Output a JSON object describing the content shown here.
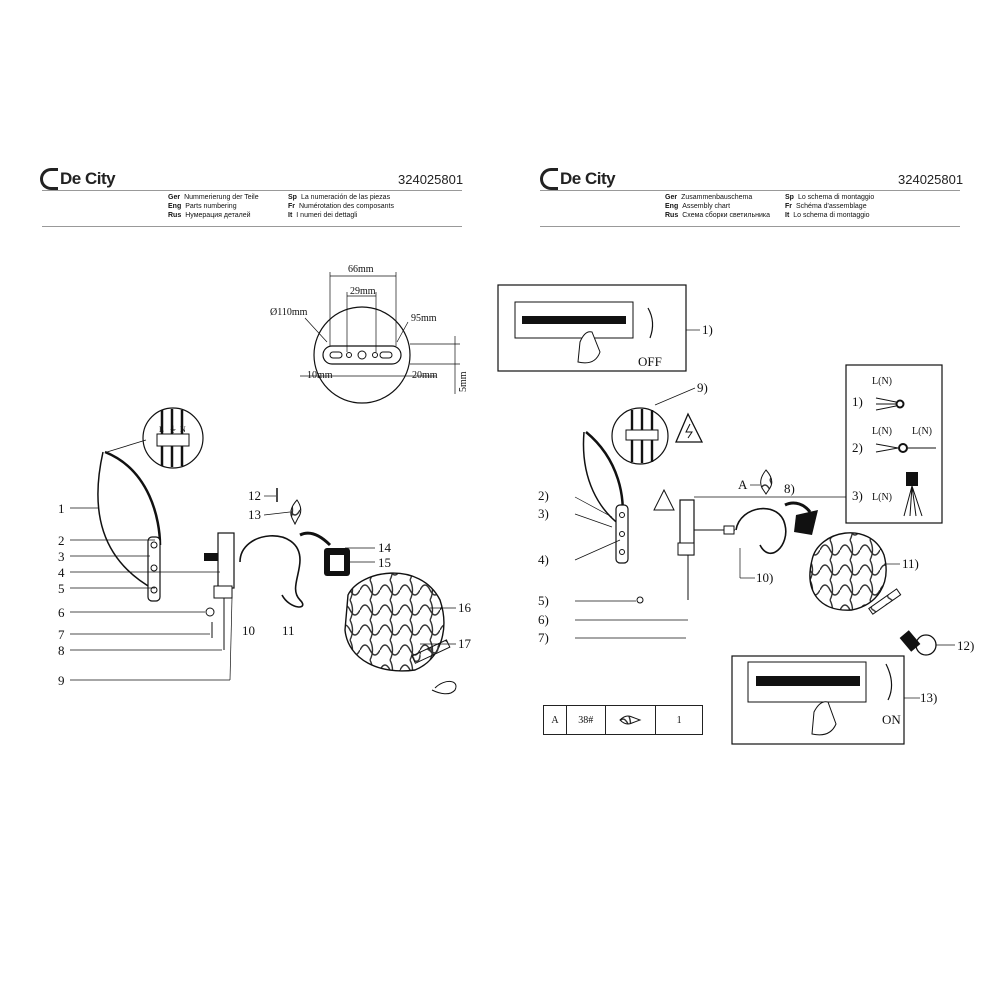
{
  "brand": {
    "name": "De City"
  },
  "left_page": {
    "doc_number": "324025801",
    "header": [
      {
        "lang": "Ger",
        "text": "Nummerierung der Teile"
      },
      {
        "lang": "Sp",
        "text": "La numeración de las piezas"
      },
      {
        "lang": "Eng",
        "text": "Parts numbering"
      },
      {
        "lang": "Fr",
        "text": "Numérotation des composants"
      },
      {
        "lang": "Rus",
        "text": "Нумерация деталей"
      },
      {
        "lang": "It",
        "text": "I numeri dei dettagli"
      }
    ],
    "dimensions": {
      "d66": "66mm",
      "d29": "29mm",
      "d110": "Ø110mm",
      "d95": "95mm",
      "d10": "10mm",
      "d20": "20mm",
      "d5": "5mm"
    },
    "terminal_labels": {
      "l": "L",
      "pe": "⏚",
      "n": "N"
    },
    "parts": [
      "1",
      "2",
      "3",
      "4",
      "5",
      "6",
      "7",
      "8",
      "9",
      "10",
      "11",
      "12",
      "13",
      "14",
      "15",
      "16",
      "17"
    ]
  },
  "right_page": {
    "doc_number": "324025801",
    "header": [
      {
        "lang": "Ger",
        "text": "Zusammenbauschema"
      },
      {
        "lang": "Sp",
        "text": "Lo schema di montaggio"
      },
      {
        "lang": "Eng",
        "text": "Assembly chart"
      },
      {
        "lang": "Fr",
        "text": "Schéma d'assemblage"
      },
      {
        "lang": "Rus",
        "text": "Схема сборки светильника"
      },
      {
        "lang": "It",
        "text": "Lo schema di montaggio"
      }
    ],
    "switch_off": "OFF",
    "switch_on": "ON",
    "wiring": {
      "ln": "L(N)",
      "s1": "1)",
      "s2": "2)",
      "s3": "3)"
    },
    "steps": [
      "1)",
      "2)",
      "3)",
      "4)",
      "5)",
      "6)",
      "7)",
      "8)",
      "9)",
      "10)",
      "11)",
      "12)",
      "13)"
    ],
    "callout_a": "A",
    "table": {
      "id": "A",
      "code": "38#",
      "qty": "1"
    }
  }
}
